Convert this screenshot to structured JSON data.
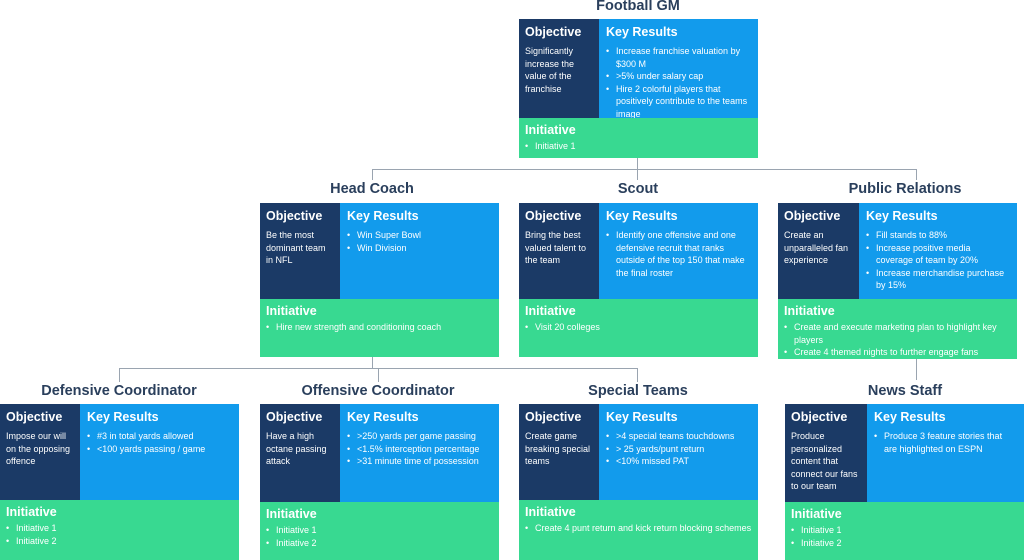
{
  "labels": {
    "objective": "Objective",
    "key_results": "Key Results",
    "initiative": "Initiative"
  },
  "nodes": {
    "gm": {
      "role": "Football GM",
      "objective": "Significantly increase the value of the franchise",
      "key_results": [
        "Increase franchise valuation by $300 M",
        ">5% under salary cap",
        "Hire 2 colorful players that positively contribute to the teams image"
      ],
      "initiatives": [
        "Initiative 1"
      ]
    },
    "head_coach": {
      "role": "Head Coach",
      "objective": "Be the most dominant team in NFL",
      "key_results": [
        "Win Super Bowl",
        "Win Division"
      ],
      "initiatives": [
        "Hire new strength and conditioning coach"
      ]
    },
    "scout": {
      "role": "Scout",
      "objective": "Bring the best valued talent to the team",
      "key_results": [
        "Identify one offensive and one defensive recruit that ranks outside of the top 150 that make the final roster"
      ],
      "initiatives": [
        "Visit 20 colleges"
      ]
    },
    "pr": {
      "role": "Public Relations",
      "objective": "Create an unparalleled fan experience",
      "key_results": [
        "Fill stands to 88%",
        "Increase positive media coverage of team by 20%",
        "Increase merchandise purchase by 15%"
      ],
      "initiatives": [
        "Create and execute marketing plan to highlight key players",
        "Create 4 themed nights to further engage fans"
      ]
    },
    "defensive": {
      "role": "Defensive Coordinator",
      "objective": "Impose our will on the opposing offence",
      "key_results": [
        "#3 in total yards allowed",
        "<100 yards passing / game"
      ],
      "initiatives": [
        "Initiative 1",
        "Initiative 2"
      ]
    },
    "offensive": {
      "role": "Offensive Coordinator",
      "objective": "Have a high octane passing attack",
      "key_results": [
        ">250 yards per game passing",
        "<1.5% interception percentage",
        ">31 minute time of possession"
      ],
      "initiatives": [
        "Initiative 1",
        "Initiative 2"
      ]
    },
    "special": {
      "role": "Special Teams",
      "objective": "Create game breaking special teams",
      "key_results": [
        ">4 special teams touchdowns",
        "> 25 yards/punt return",
        "<10% missed PAT"
      ],
      "initiatives": [
        "Create 4 punt return and kick return blocking schemes"
      ]
    },
    "news": {
      "role": "News Staff",
      "objective": "Produce personalized content that connect our fans to our team",
      "key_results": [
        "Produce 3 feature stories that are highlighted on ESPN"
      ],
      "initiatives": [
        "Initiative 1",
        "Initiative 2"
      ]
    }
  }
}
